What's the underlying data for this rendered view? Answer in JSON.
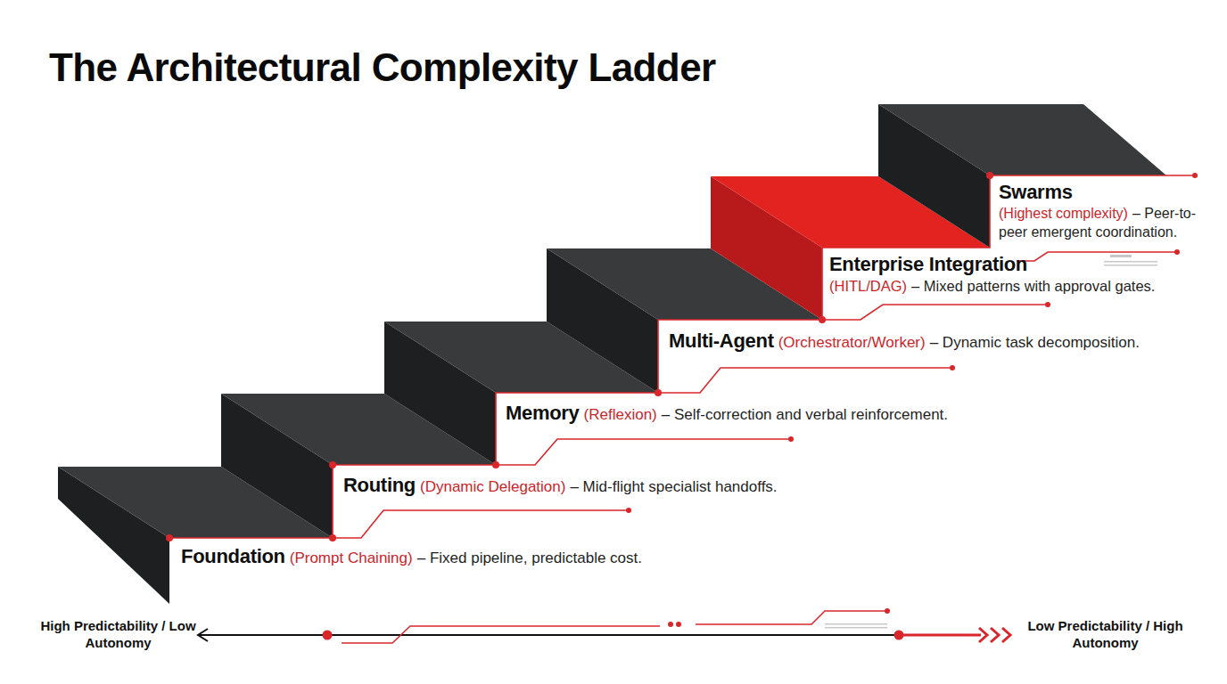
{
  "diagram": {
    "title": "The Architectural Complexity Ladder",
    "nodes": [
      {
        "text": [
          "Foundation",
          "(Prompt Chaining)",
          "– Fixed pipeline, predictable cost."
        ]
      },
      {
        "text": [
          "Routing",
          "(Dynamic Delegation)",
          "– Mid-flight specialist handoffs."
        ]
      },
      {
        "text": [
          "Memory",
          "(Reflexion)",
          "– Self-correction and verbal reinforcement."
        ]
      },
      {
        "text": [
          "Multi-Agent",
          "(Orchestrator/Worker)",
          "– Dynamic task decomposition."
        ]
      },
      {
        "text": [
          "Enterprise Integration",
          "(HITL/DAG)",
          "– Mixed patterns with approval gates."
        ]
      },
      {
        "text": [
          "Swarms",
          "(Highest complexity)",
          "– Peer-to-peer emergent coordination."
        ]
      }
    ],
    "labels": [
      "High Predictability / Low Autonomy",
      "Low Predictability / High Autonomy"
    ]
  }
}
